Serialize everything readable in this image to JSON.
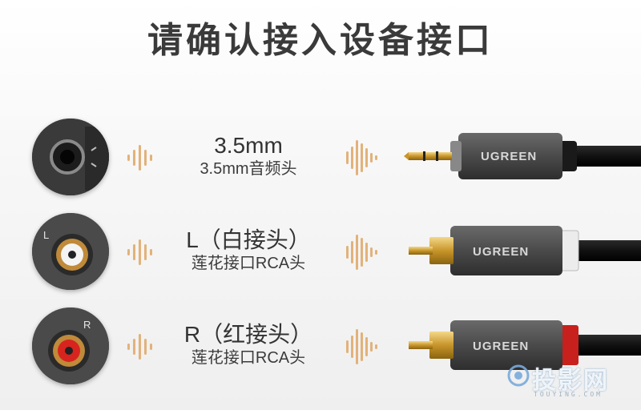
{
  "title": "请确认接入设备接口",
  "rows": [
    {
      "main": "3.5mm",
      "sub": "3.5mm音频头",
      "jack_letter": "",
      "ring_color": "#111111",
      "band_color": "#111111"
    },
    {
      "main": "L（白接头）",
      "sub": "莲花接口RCA头",
      "jack_letter": "L",
      "ring_color": "#f2f2f2",
      "band_color": "#e8e8e8"
    },
    {
      "main": "R（红接头）",
      "sub": "莲花接口RCA头",
      "jack_letter": "R",
      "ring_color": "#c8201c",
      "band_color": "#c8201c"
    }
  ],
  "brand": "UGREEN",
  "watermark": {
    "text": "投影网",
    "url": "TOUYING.COM"
  },
  "colors": {
    "wave": "#e2b27a",
    "plug_body": "#555555",
    "gold": "#d4a437",
    "title": "#3a3a3a"
  }
}
